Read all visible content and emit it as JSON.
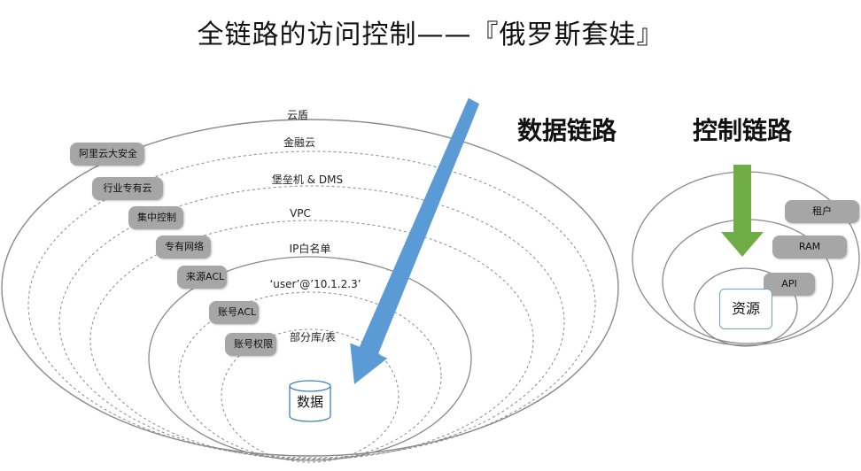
{
  "title": "全链路的访问控制——『俄罗斯套娃』",
  "data_chain": {
    "heading": "数据链路",
    "layers": [
      "云盾",
      "金融云",
      "堡垒机 & DMS",
      "VPC",
      "IP白名单",
      "‘user’@’10.1.2.3’",
      "部分库/表"
    ],
    "tags": [
      "阿里云大安全",
      "行业专有云",
      "集中控制",
      "专有网络",
      "来源ACL",
      "账号ACL",
      "账号权限"
    ],
    "center": "数据",
    "arrow_color": "#5b9bd5"
  },
  "control_chain": {
    "heading": "控制链路",
    "tags": [
      "租户",
      "RAM",
      "API"
    ],
    "center": "资源",
    "arrow_color": "#70ad47"
  }
}
